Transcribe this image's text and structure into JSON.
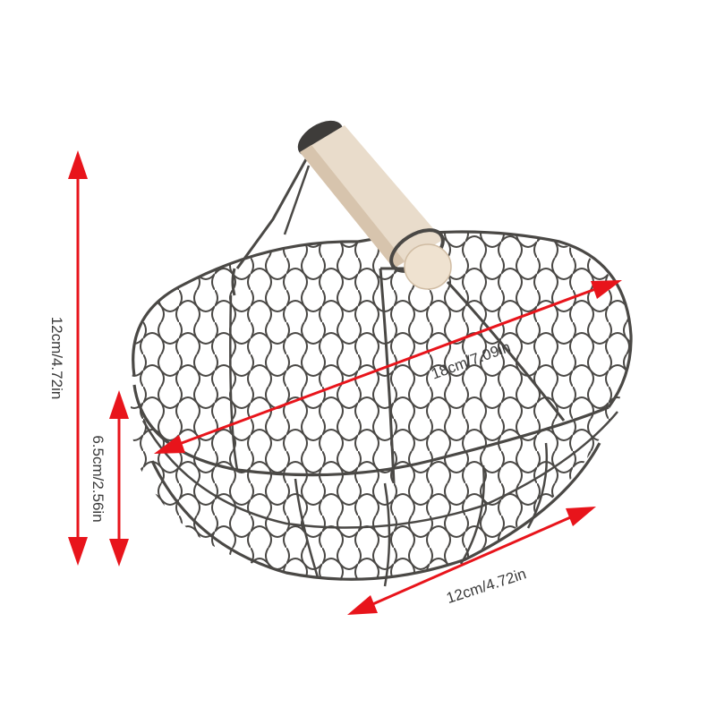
{
  "image": {
    "subject": "oval-wire-basket-with-wooden-handle",
    "background_color": "#ffffff"
  },
  "colors": {
    "arrow_red": "#e8141b",
    "wire_gray": "#4a4845",
    "wood_handle": "#e9dccb",
    "wood_shade": "#d7c4ad",
    "wood_end": "#efe2d0",
    "label_text": "#3a3a3a"
  },
  "dimensions": {
    "height_total": "12cm/4.72in",
    "height_basket": "6.5cm/2.56in",
    "length": "18cm/7.09in",
    "width": "12cm/4.72in"
  }
}
